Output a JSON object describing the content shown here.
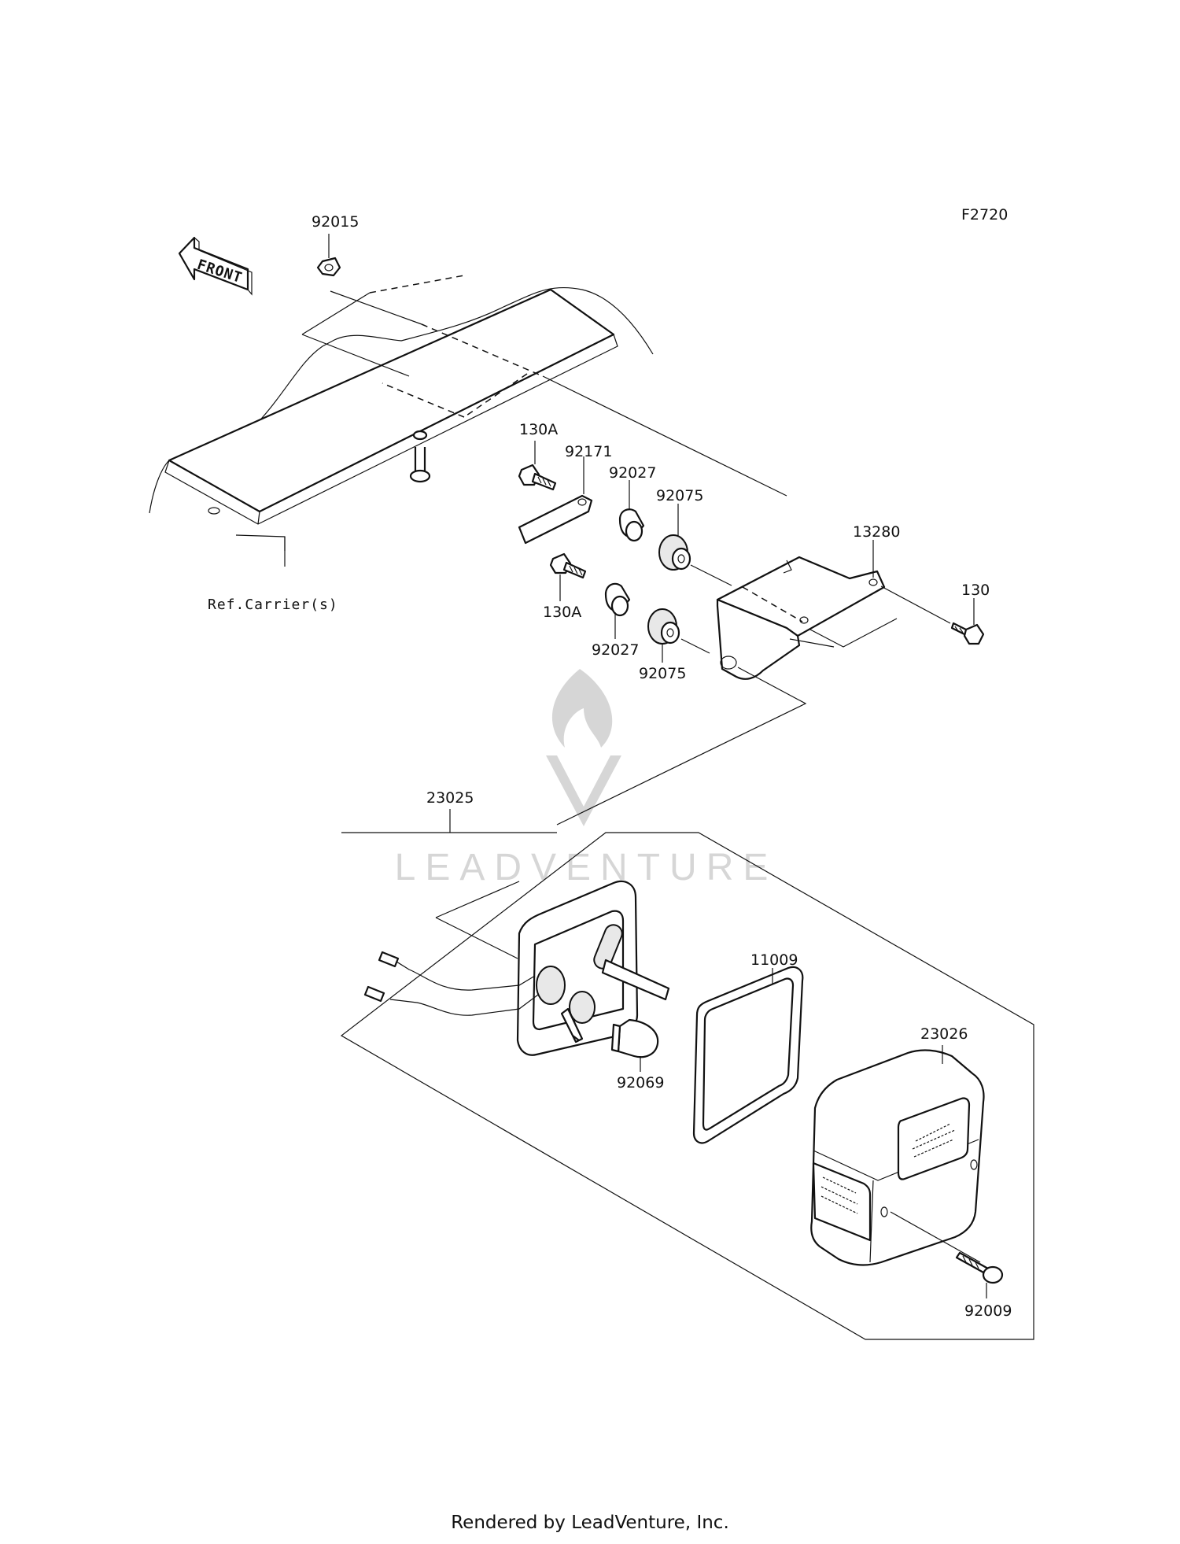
{
  "diagram_code": "F2720",
  "front_label": "FRONT",
  "reference_label": "Ref.Carrier(s)",
  "watermark": "LEADVENTURE",
  "footer": "Rendered by LeadVenture, Inc.",
  "callouts": {
    "p92015": "92015",
    "p130A_top": "130A",
    "p92171": "92171",
    "p92027_top": "92027",
    "p92075_top": "92075",
    "p13280": "13280",
    "p130": "130",
    "p130A_bottom": "130A",
    "p92027_bottom": "92027",
    "p92075_bottom": "92075",
    "p23025": "23025",
    "p11009": "11009",
    "p23026": "23026",
    "p92069": "92069",
    "p92009": "92009"
  }
}
